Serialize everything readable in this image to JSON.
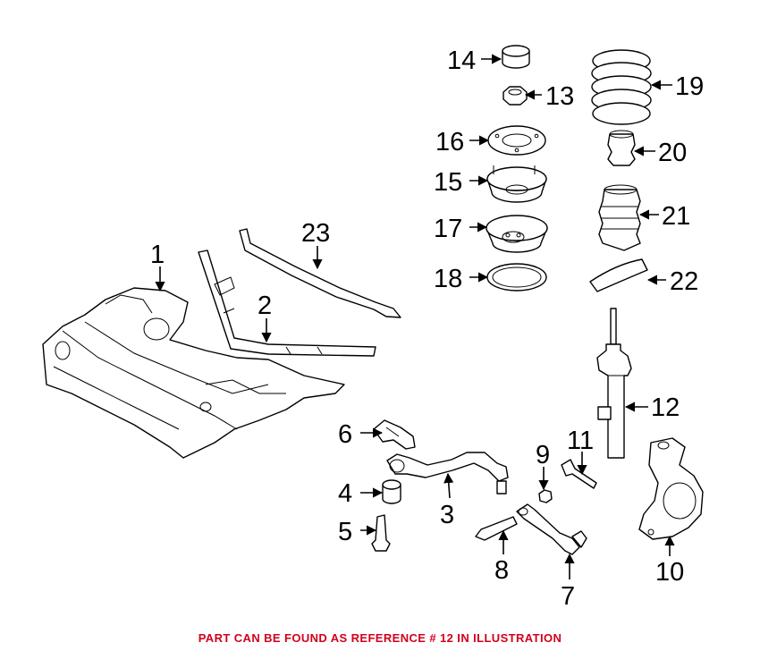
{
  "callouts": {
    "c1": "1",
    "c2": "2",
    "c3": "3",
    "c4": "4",
    "c5": "5",
    "c6": "6",
    "c7": "7",
    "c8": "8",
    "c9": "9",
    "c10": "10",
    "c11": "11",
    "c12": "12",
    "c13": "13",
    "c14": "14",
    "c15": "15",
    "c16": "16",
    "c17": "17",
    "c18": "18",
    "c19": "19",
    "c20": "20",
    "c21": "21",
    "c22": "22",
    "c23": "23"
  },
  "footer": {
    "note": "PART CAN BE FOUND AS REFERENCE # 12 IN ILLUSTRATION",
    "note_color": "#d0021b"
  }
}
